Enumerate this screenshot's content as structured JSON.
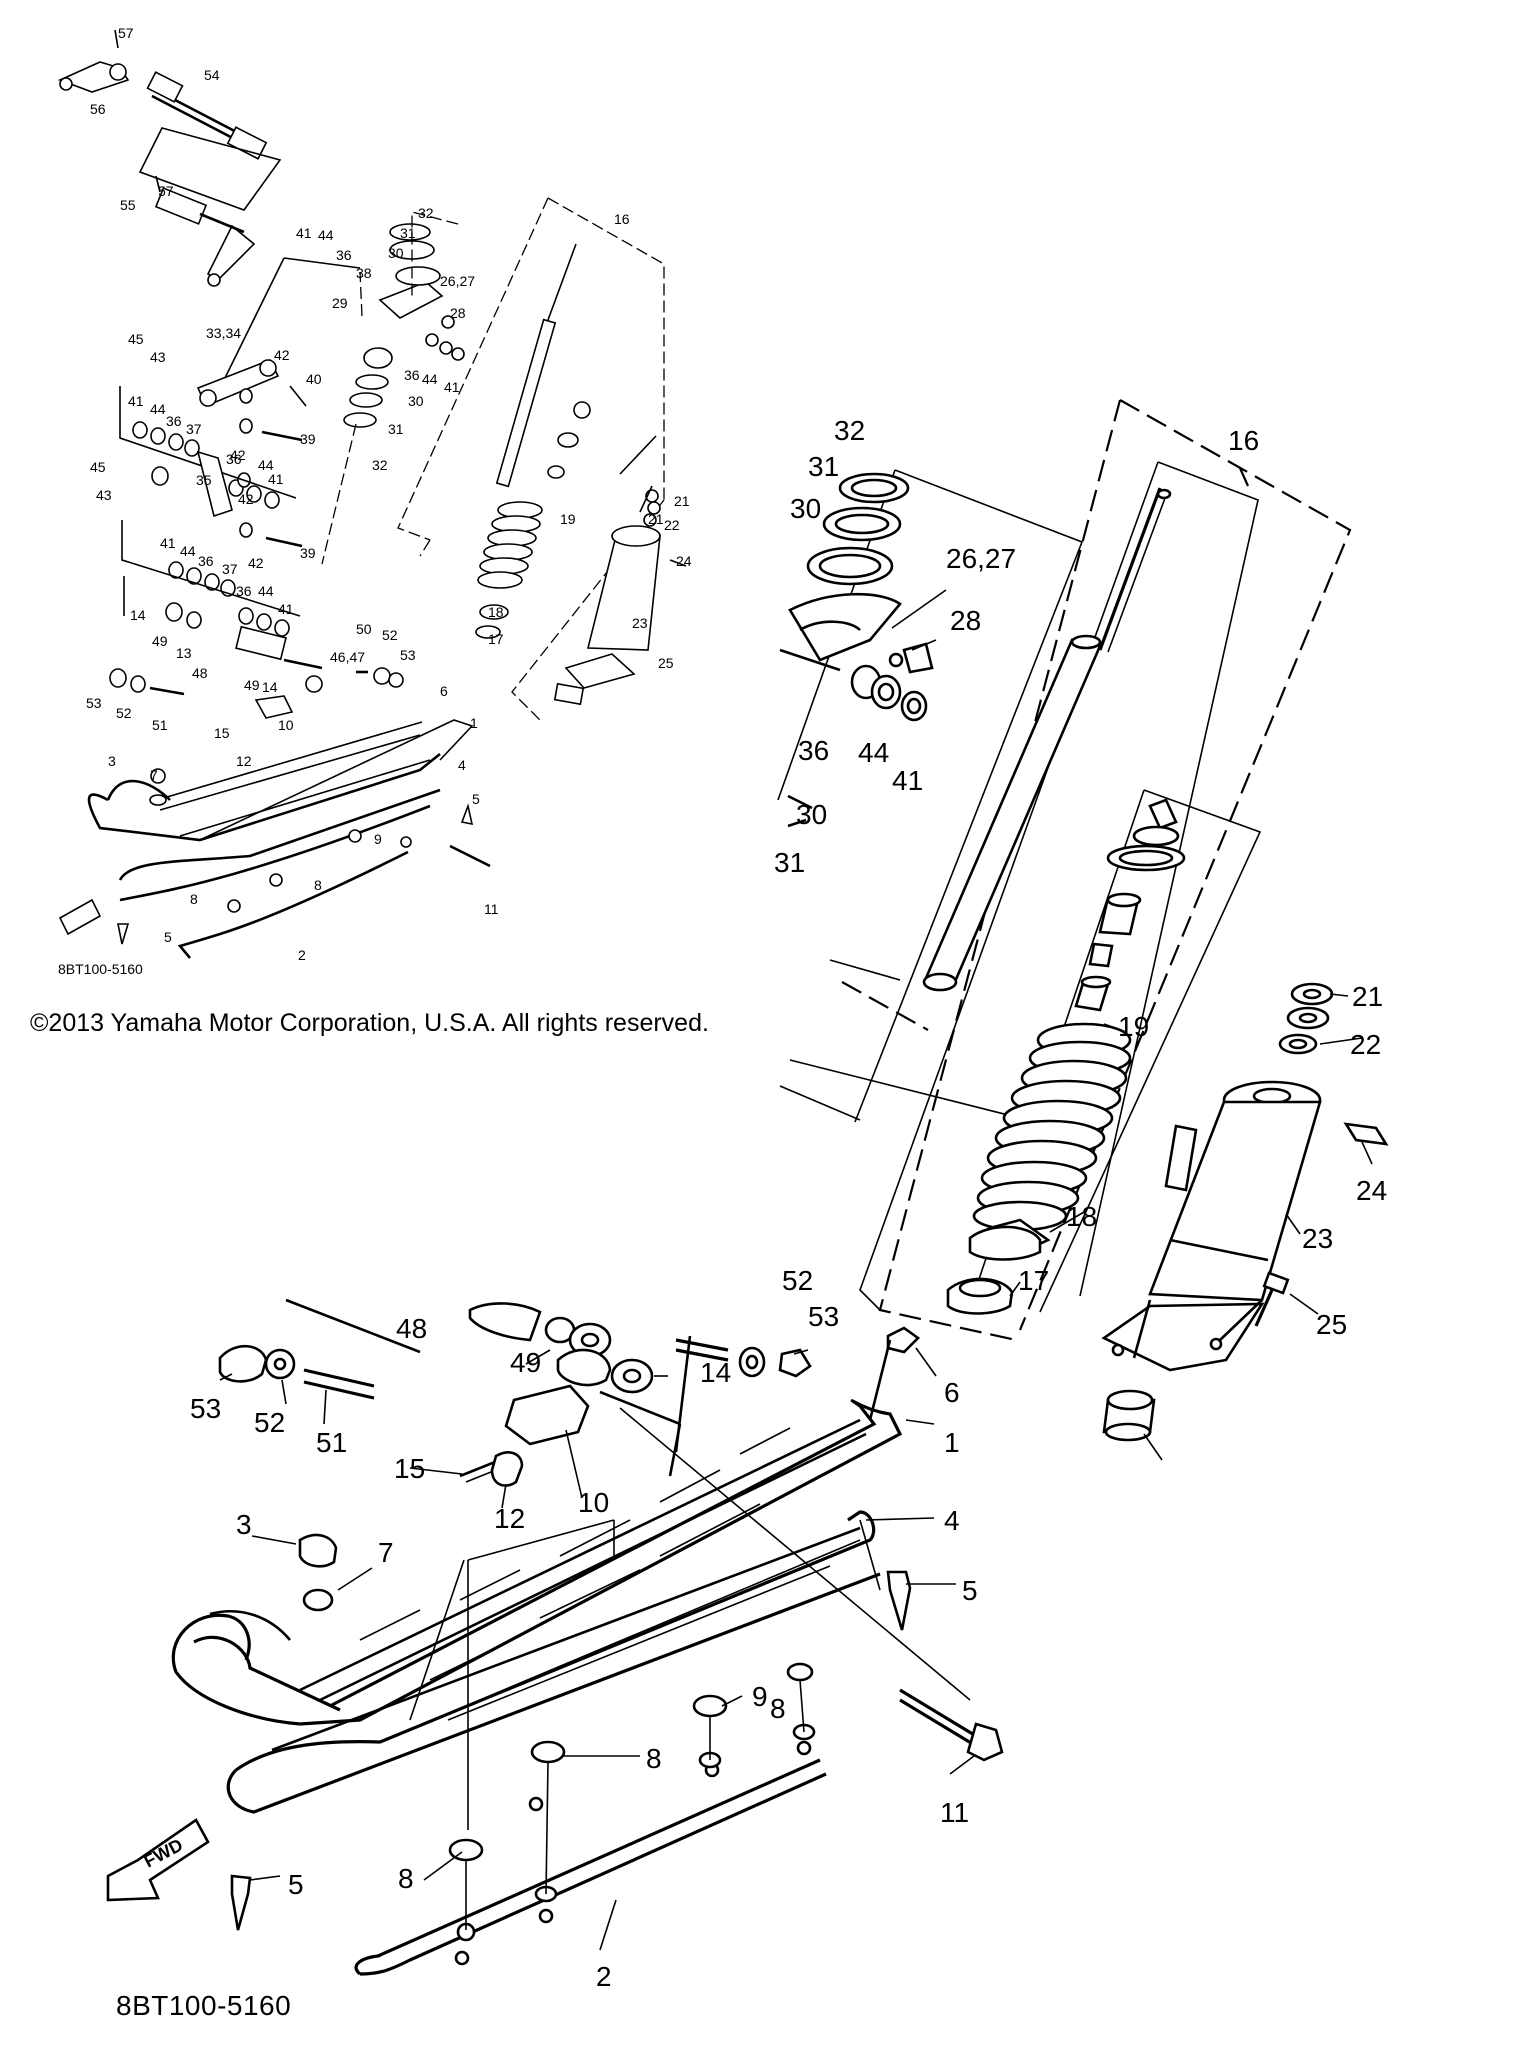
{
  "copyright": "©2013 Yamaha Motor Corporation, U.S.A. All rights reserved.",
  "part_code": "8BT100-5160",
  "fwd_label": "FWD",
  "small_view_labels": [
    "57",
    "56",
    "54",
    "57",
    "55",
    "41",
    "44",
    "36",
    "38",
    "32",
    "31",
    "30",
    "26,27",
    "28",
    "29",
    "36",
    "44",
    "41",
    "30",
    "31",
    "32",
    "16",
    "45",
    "43",
    "33,34",
    "42",
    "40",
    "41",
    "44",
    "36",
    "37",
    "42",
    "39",
    "45",
    "43",
    "35",
    "36",
    "44",
    "41",
    "42",
    "42",
    "39",
    "19",
    "21",
    "21",
    "22",
    "24",
    "41",
    "44",
    "36",
    "37",
    "36",
    "44",
    "41",
    "14",
    "49",
    "13",
    "48",
    "18",
    "17",
    "23",
    "25",
    "46,47",
    "50",
    "52",
    "53",
    "49",
    "14",
    "53",
    "52",
    "51",
    "10",
    "6",
    "1",
    "15",
    "12",
    "3",
    "7",
    "4",
    "5",
    "9",
    "8",
    "8",
    "11",
    "5",
    "2"
  ],
  "large_view_labels": [
    "32",
    "31",
    "30",
    "16",
    "26,27",
    "28",
    "36",
    "44",
    "41",
    "30",
    "31",
    "19",
    "21",
    "22",
    "24",
    "18",
    "23",
    "17",
    "25",
    "48",
    "52",
    "53",
    "49",
    "14",
    "6",
    "53",
    "52",
    "51",
    "10",
    "1",
    "15",
    "12",
    "4",
    "3",
    "7",
    "5",
    "9",
    "8",
    "8",
    "11",
    "8",
    "5",
    "2"
  ]
}
